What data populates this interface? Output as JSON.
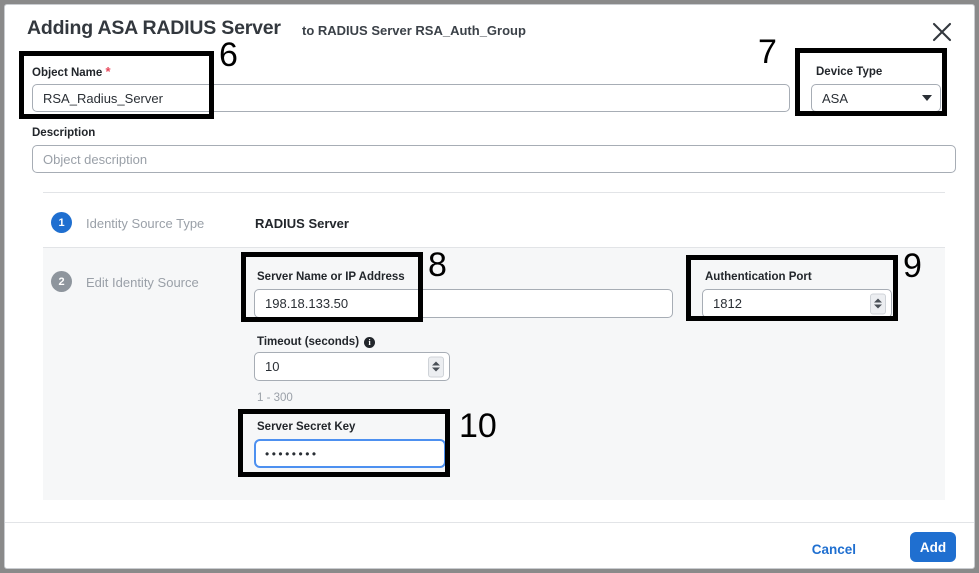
{
  "header": {
    "title": "Adding ASA RADIUS Server",
    "subtitle": "to RADIUS Server RSA_Auth_Group",
    "close_icon": "close-icon"
  },
  "form": {
    "object_name": {
      "label": "Object Name",
      "required_marker": "*",
      "value": "RSA_Radius_Server",
      "placeholder": ""
    },
    "device_type": {
      "label": "Device Type",
      "selected": "ASA",
      "options": [
        "ASA"
      ],
      "caret_icon": "chevron-down-icon"
    },
    "description": {
      "label": "Description",
      "value": "",
      "placeholder": "Object description"
    }
  },
  "steps": [
    {
      "number": "1",
      "title": "Identity Source Type",
      "value": "RADIUS Server",
      "state": "complete"
    },
    {
      "number": "2",
      "title": "Edit Identity Source",
      "state": "active"
    }
  ],
  "identity_source": {
    "server_name": {
      "label": "Server Name or IP Address",
      "value": "198.18.133.50",
      "placeholder": ""
    },
    "timeout": {
      "label": "Timeout (seconds)",
      "info_icon": "info-icon",
      "value": "10",
      "hint": "1 - 300"
    },
    "auth_port": {
      "label": "Authentication Port",
      "value": "1812"
    },
    "secret_key": {
      "label": "Server Secret Key",
      "value": "••••••••",
      "masked": true,
      "focused": true
    }
  },
  "footer": {
    "cancel_label": "Cancel",
    "add_label": "Add"
  },
  "annotations": [
    {
      "id": "6",
      "target": "object-name-field"
    },
    {
      "id": "7",
      "target": "device-type-field"
    },
    {
      "id": "8",
      "target": "server-name-field"
    },
    {
      "id": "9",
      "target": "authentication-port-field"
    },
    {
      "id": "10",
      "target": "server-secret-key-field"
    }
  ],
  "colors": {
    "accent_blue": "#1f6fd0",
    "focus_blue": "#4d90f0",
    "required_red": "#e8485c",
    "panel_gray": "#f6f7f8",
    "muted_text": "#9aa0a8"
  }
}
